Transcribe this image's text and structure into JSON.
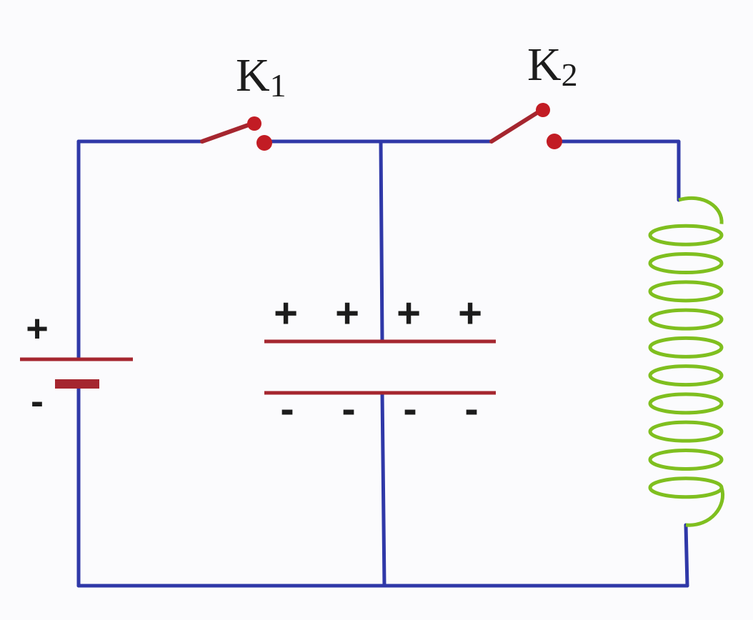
{
  "diagram": {
    "colors": {
      "background": "#fbfbfd",
      "wire": "#2f38a8",
      "plate": "#a5262f",
      "contact": "#c21c24",
      "coil": "#7fbf1f",
      "text": "#1c1c1c"
    },
    "switches": {
      "k1": {
        "name": "K",
        "subscript": "1",
        "state": "closed"
      },
      "k2": {
        "name": "K",
        "subscript": "2",
        "state": "open"
      }
    },
    "battery": {
      "plus": "+",
      "minus": "-"
    },
    "capacitor": {
      "top_charges": [
        "+",
        "+",
        "+",
        "+"
      ],
      "bottom_charges": [
        "-",
        "-",
        "-",
        "-"
      ]
    },
    "inductor": {
      "turns": 10
    }
  }
}
